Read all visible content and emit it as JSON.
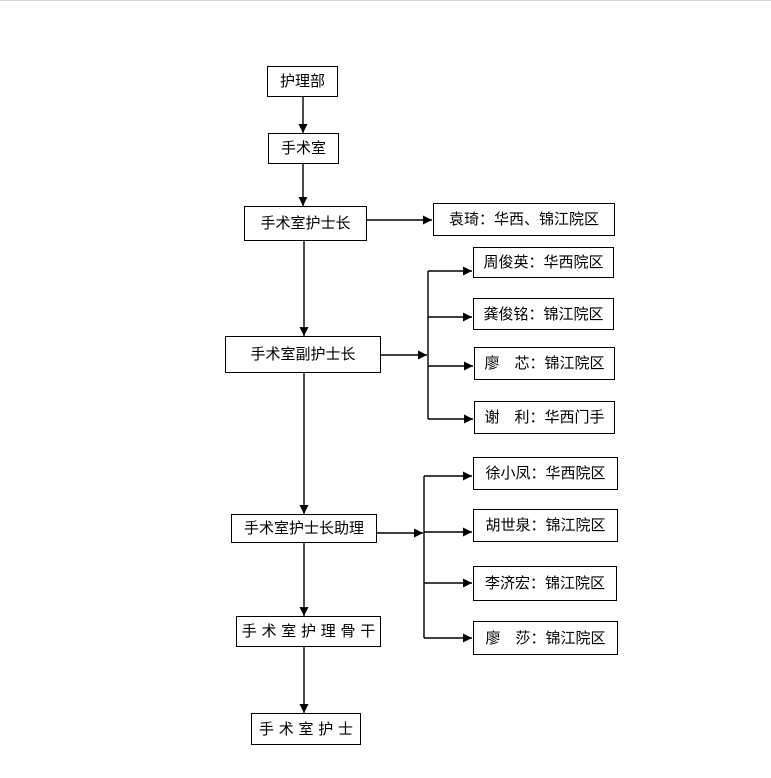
{
  "chain": [
    {
      "id": "nursing-dept",
      "label": "护理部"
    },
    {
      "id": "or",
      "label": "手术室"
    },
    {
      "id": "head-nurse",
      "label": "手术室护士长"
    },
    {
      "id": "deputy-head-nurse",
      "label": "手术室副护士长"
    },
    {
      "id": "head-nurse-assistant",
      "label": "手术室护士长助理"
    },
    {
      "id": "nursing-backbone",
      "label": "手 术 室 护 理 骨 干"
    },
    {
      "id": "nurse",
      "label": "手 术 室 护 士"
    }
  ],
  "head_nurse_person": "袁琦：华西、锦江院区",
  "deputy_persons": [
    "周俊英：华西院区",
    "龚俊铭：锦江院区",
    "廖　芯：锦江院区",
    "谢　利：华西门手"
  ],
  "assistant_persons": [
    "徐小凤：华西院区",
    "胡世泉：锦江院区",
    "李济宏：锦江院区",
    "廖　莎：锦江院区"
  ]
}
